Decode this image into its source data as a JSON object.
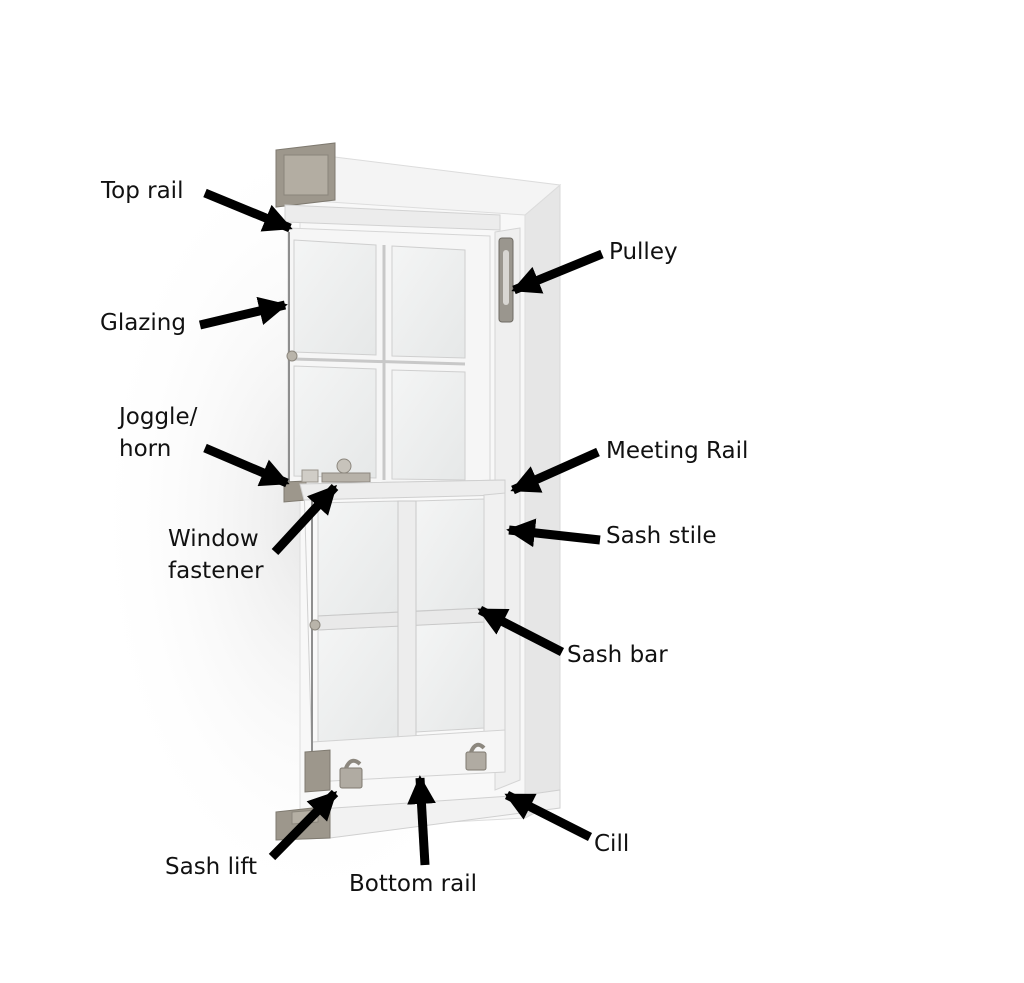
{
  "colors": {
    "arrow": "#000000",
    "frame_white": "#f7f7f7",
    "frame_side": "#e4e4e4",
    "section_grey": "#9a9489",
    "glass": "#eef0f0"
  },
  "labels": {
    "top_rail": "Top rail",
    "pulley": "Pulley",
    "glazing": "Glazing",
    "joggle_line1": "Joggle/",
    "joggle_line2": "horn",
    "meeting_rail": "Meeting Rail",
    "sash_stile": "Sash stile",
    "window_fastener_line1": "Window",
    "window_fastener_line2": "fastener",
    "sash_bar": "Sash bar",
    "cill": "Cill",
    "sash_lift": "Sash lift",
    "bottom_rail": "Bottom rail"
  }
}
